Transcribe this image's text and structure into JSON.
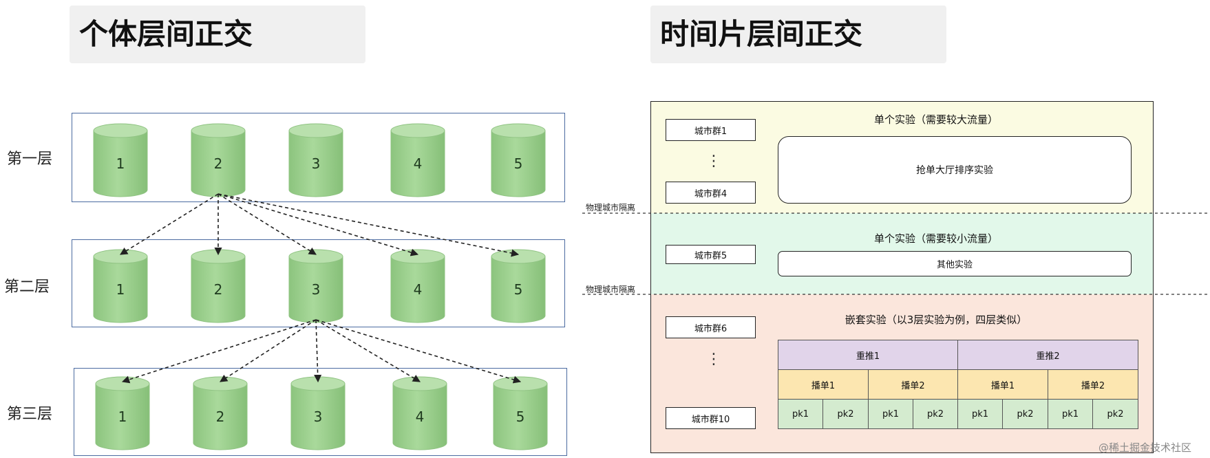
{
  "left": {
    "title": "个体层间正交",
    "layers": [
      {
        "label": "第一层",
        "cylinders": [
          "1",
          "2",
          "3",
          "4",
          "5"
        ]
      },
      {
        "label": "第二层",
        "cylinders": [
          "1",
          "2",
          "3",
          "4",
          "5"
        ]
      },
      {
        "label": "第三层",
        "cylinders": [
          "1",
          "2",
          "3",
          "4",
          "5"
        ]
      }
    ]
  },
  "right": {
    "title": "时间片层间正交",
    "separator_label": "物理城市隔离",
    "region1": {
      "heading": "单个实验（需要较大流量）",
      "city_top": "城市群1",
      "city_bottom": "城市群4",
      "dots": "⋮",
      "experiment": "抢单大厅排序实验",
      "color": "#fbfbe2"
    },
    "region2": {
      "heading": "单个实验（需要较小流量）",
      "city": "城市群5",
      "experiment": "其他实验",
      "color": "#e2f8ea"
    },
    "region3": {
      "heading": "嵌套实验（以3层实验为例，四层类似）",
      "city_top": "城市群6",
      "city_bottom": "城市群10",
      "dots": "⋮",
      "color": "#fbe6dc",
      "level1": [
        "重推1",
        "重推2"
      ],
      "level2": [
        "播单1",
        "播单2",
        "播单1",
        "播单2"
      ],
      "level3": [
        "pk1",
        "pk2",
        "pk1",
        "pk2",
        "pk1",
        "pk2",
        "pk1",
        "pk2"
      ],
      "level_colors": [
        "#e1d4ea",
        "#fce6b0",
        "#d4ebcf"
      ]
    }
  },
  "watermark": "@稀土掘金技术社区"
}
